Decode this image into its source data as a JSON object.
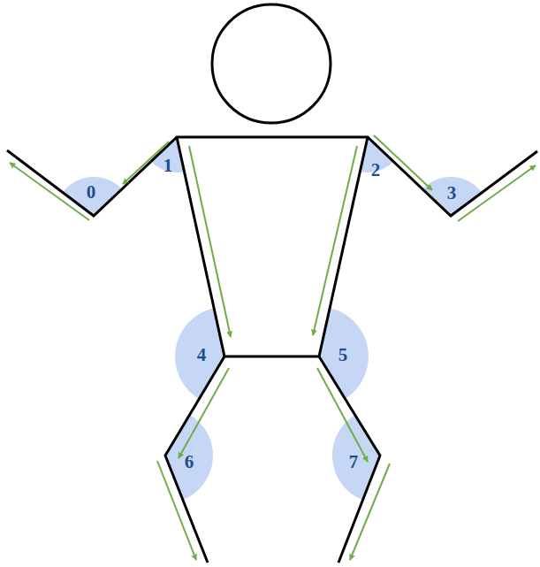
{
  "diagram": {
    "labels": [
      "0",
      "1",
      "2",
      "3",
      "4",
      "5",
      "6",
      "7"
    ]
  }
}
